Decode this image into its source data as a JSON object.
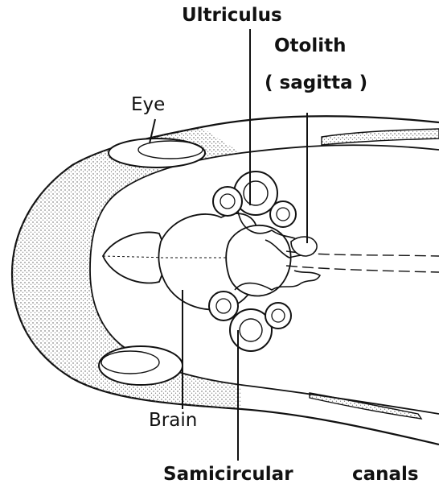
{
  "labels": {
    "ultriculus": "Ultriculus",
    "otolith": "Otolith",
    "sagitta": "( sagitta )",
    "eye": "Eye",
    "brain": "Brain",
    "semicircular": "Samicircular",
    "canals": "canals"
  },
  "colors": {
    "line": "#111111",
    "stipple": "#555555",
    "background": "#ffffff"
  }
}
